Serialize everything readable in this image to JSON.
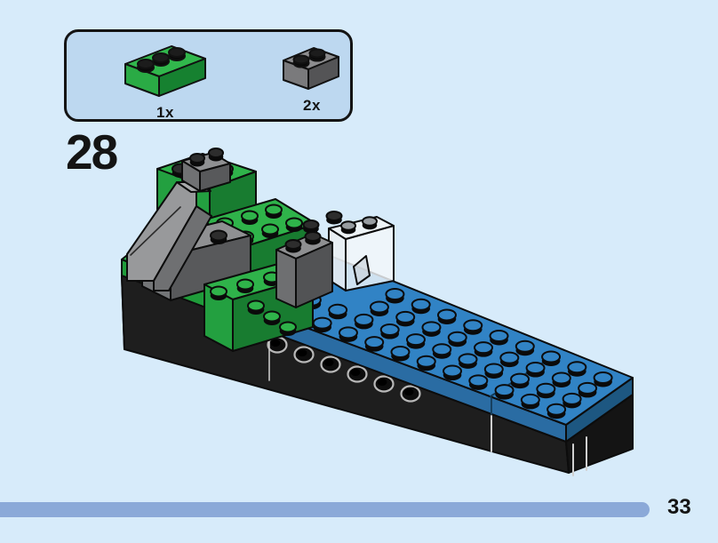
{
  "page": {
    "background_color": "#d7ebfa",
    "step_number": "28",
    "page_number": "33"
  },
  "parts_box": {
    "parts": [
      {
        "name": "green-brick-1x3",
        "quantity_label": "1x",
        "color": "#31b74c"
      },
      {
        "name": "dark-gray-brick-1x2",
        "quantity_label": "2x",
        "color": "#8d8d8f"
      }
    ]
  },
  "model": {
    "description": "Partially assembled LEGO chassis: black base with technic holes, blue plates, green and gray bricks, gray slopes and one transparent brick",
    "colors": {
      "chassis_black": "#1e1e1e",
      "plate_blue": "#3183c5",
      "brick_green": "#2fb34a",
      "brick_gray": "#8f9092",
      "brick_clear": "#eef3f6"
    }
  },
  "progress_bar": {
    "color": "#8ba9d8"
  }
}
